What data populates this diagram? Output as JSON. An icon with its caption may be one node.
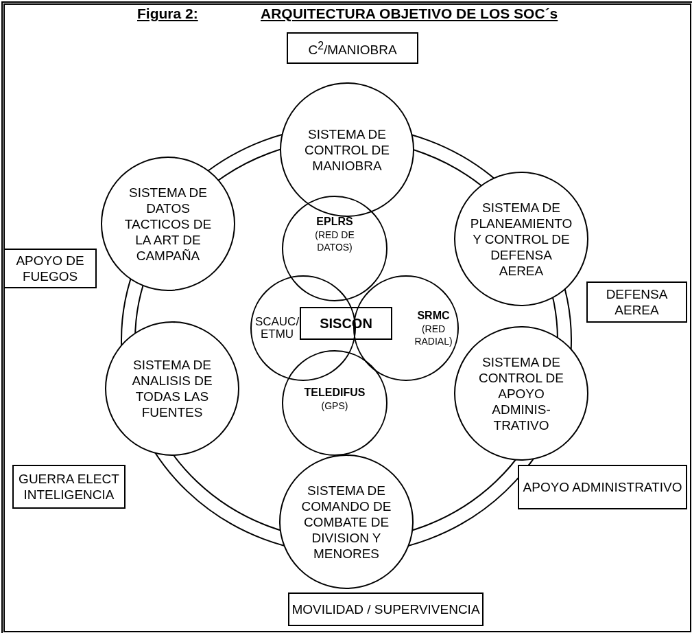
{
  "diagram": {
    "title": "ARQUITECTURA OBJETIVO DE LOS SOC´s",
    "nodes": [
      {
        "text": [
          "C$^{2}$/MANIOBRA"
        ]
      },
      {
        "text": [
          "SISTEMA DE CONTROL DE MANIOBRA"
        ]
      },
      {
        "text": [
          "SISTEMA DE DATOS TACTICOS DE LA ART DE CAMPAÑA"
        ]
      },
      {
        "text": [
          "SISTEMA DE PLANEAMIENTO Y CONTROL DE DEFENSA AEREA"
        ]
      },
      {
        "text": [
          "APOYO DE FUEGOS"
        ]
      },
      {
        "text": [
          "DEFENSA AEREA"
        ]
      },
      {
        "text": [
          "EPLRS",
          "(RED DE DATOS)"
        ]
      },
      {
        "text": [
          "SCAUC/ ETMU"
        ]
      },
      {
        "text": [
          "SISCON"
        ]
      },
      {
        "text": [
          "SRMC",
          "(RED RADIAL)"
        ]
      },
      {
        "text": [
          "TELEDIFUS",
          "(GPS)"
        ]
      },
      {
        "text": [
          "SISTEMA DE ANALISIS DE TODAS LAS FUENTES"
        ]
      },
      {
        "text": [
          "SISTEMA DE CONTROL DE APOYO ADMINIS-TRATIVO"
        ]
      },
      {
        "text": [
          "GUERRA ELECT INTELIGENCIA"
        ]
      },
      {
        "text": [
          "APOYO ADMINISTRATIVO"
        ]
      },
      {
        "text": [
          "SISTEMA DE COMANDO DE COMBATE DE DIVISION Y MENORES"
        ]
      },
      {
        "text": [
          "MOVILIDAD / SUPERVIVENCIA"
        ]
      }
    ],
    "labels": [
      "Figura 2:"
    ]
  }
}
